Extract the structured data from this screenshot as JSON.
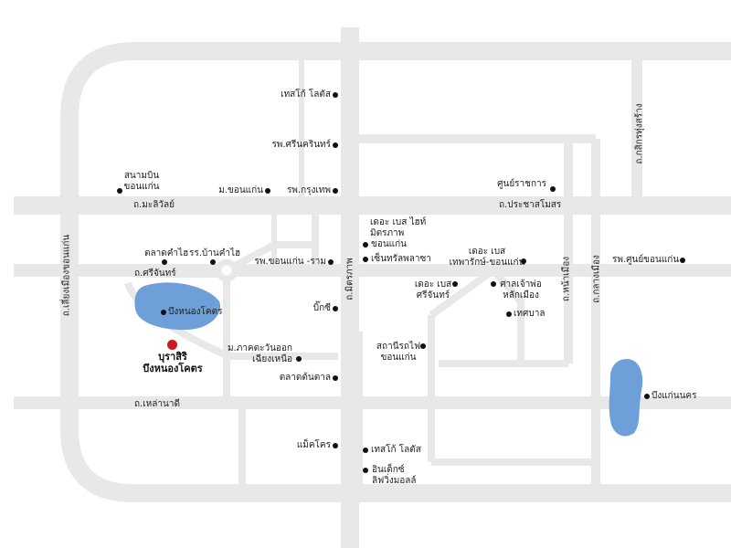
{
  "colors": {
    "road": "#e8e8e8",
    "water": "#6f9fd8",
    "marker": "#111111",
    "hotel_marker": "#cc1b20"
  },
  "hotel": {
    "name_line1": "บุราสิริ",
    "name_line2": "บึงหนองโคตร"
  },
  "roads": {
    "maliwan": "ถ.มะลิวัลย์",
    "prachasamosorn": "ถ.ประชาสโมสร",
    "srichan": "ถ.ศรีจันทร์",
    "laonadee": "ถ.เหล่านาดี",
    "mittraphap": "ถ.มิตรภาพ",
    "namuang": "ถ.หน้าเมือง",
    "klangmuang": "ถ.กลางเมือง",
    "kasikonthungsang": "ถ.กสิกรทุ่งสร้าง",
    "liengmuang": "ถ.เลี่ยงเมืองขอนแก่น"
  },
  "lakes": {
    "nongkhot": "บึงหนองโคตร",
    "kaennakhon": "บึงแก่นนคร"
  },
  "places": {
    "tesco_top": "เทสโก้ โลตัส",
    "srinagarind": "รพ.ศรีนครินทร์",
    "bangkok_hosp": "รพ.กรุงเทพ",
    "kku": "ม.ขอนแก่น",
    "airport_1": "สนามบิน",
    "airport_2": "ขอนแก่น",
    "govt_center": "ศูนย์ราชการ",
    "thebase_height_1": "เดอะ เบส ไฮท์",
    "thebase_height_2": "มิตรภาพ",
    "thebase_height_3": "ขอนแก่น",
    "central": "เซ็นทรัลพลาซา",
    "thebase_thepharak_1": "เดอะ เบส",
    "thebase_thepharak_2": "เทพารักษ์-ขอนแก่น",
    "talad_khamhai": "ตลาดคำไฮ",
    "school_khamhai": "รร.บ้านคำไฮ",
    "khonkaen_ram": "รพ.ขอนแก่น -ราม",
    "khonkaen_center_hosp": "รพ.ศูนย์ขอนแก่น",
    "bigc": "บิ๊กซี",
    "thebase_srichan_1": "เดอะ เบส",
    "thebase_srichan_2": "ศรีจันทร์",
    "shrine_1": "ศาลเจ้าพ่อ",
    "shrine_2": "หลักเมือง",
    "municipality": "เทศบาล",
    "ne_univ_1": "ม.ภาคตะวันออก",
    "ne_univ_2": "เฉียงเหนือ",
    "train_1": "สถานีรถไฟ",
    "train_2": "ขอนแก่น",
    "ton_tan": "ตลาดต้นตาล",
    "makro": "แม็คโคร",
    "tesco_bottom": "เทสโก้ โลตัส",
    "index_1": "อินเด็กซ์",
    "index_2": "ลิฟวิ่งมอลล์"
  }
}
